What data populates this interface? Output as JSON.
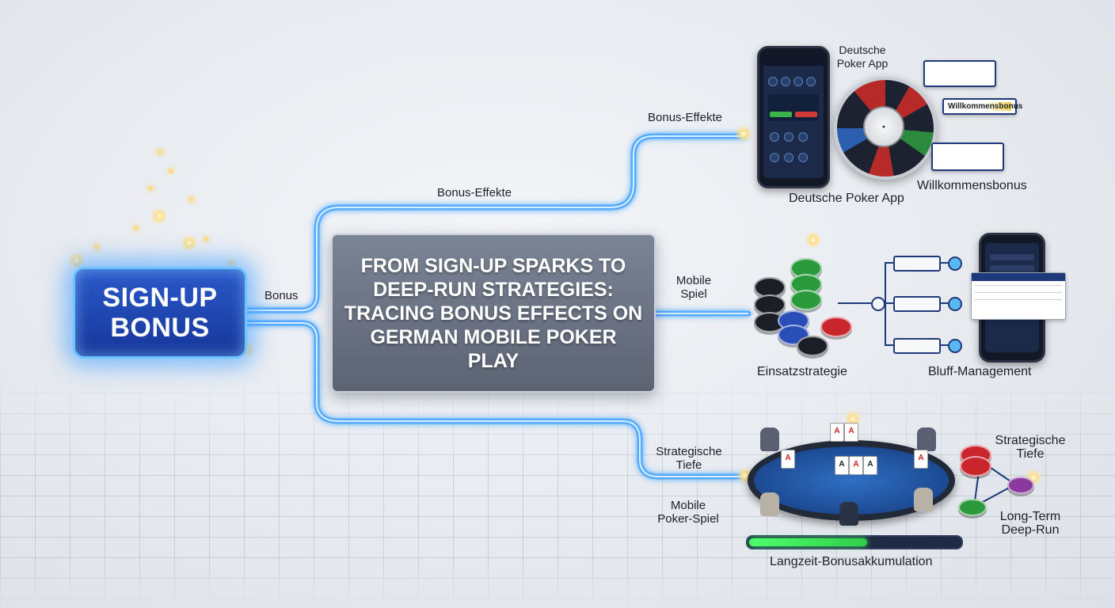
{
  "source": {
    "title_lines": [
      "SIGN-UP",
      "BONUS"
    ],
    "edge_label": "Bonus"
  },
  "center": {
    "title": "FROM SIGN-UP SPARKS TO DEEP-RUN STRATEGIES: TRACING BONUS EFFECTS ON GERMAN MOBILE POKER PLAY"
  },
  "branches": {
    "top": {
      "edge_label_mid": "Bonus-Effekte",
      "edge_label_end": "Bonus-Effekte",
      "phone_label_top": "Deutsche Poker App",
      "phone_label_bottom": "Deutsche Poker App",
      "bonus_label": "Willkommensbonus",
      "bonus_card_text": "Willkommensbonus"
    },
    "middle": {
      "edge_label": "Mobile Spiel",
      "left_label": "Einsatzstrategie",
      "right_label": "Bluff-Management"
    },
    "bottom": {
      "edge_label_upper": "Strategische Tiefe",
      "edge_label_lower": "Mobile Poker-Spiel",
      "right_label_upper": "Strategische Tiefe",
      "right_label_lower": "Long-Term Deep-Run",
      "progress_label": "Langzeit-Bonusakkumulation",
      "progress_fraction": 0.55
    }
  },
  "colors": {
    "wire": "#3aa0ff",
    "signup_fill": "#1f49b5",
    "title_card": "#6b7383",
    "progress_fill": "#3fe45a"
  }
}
